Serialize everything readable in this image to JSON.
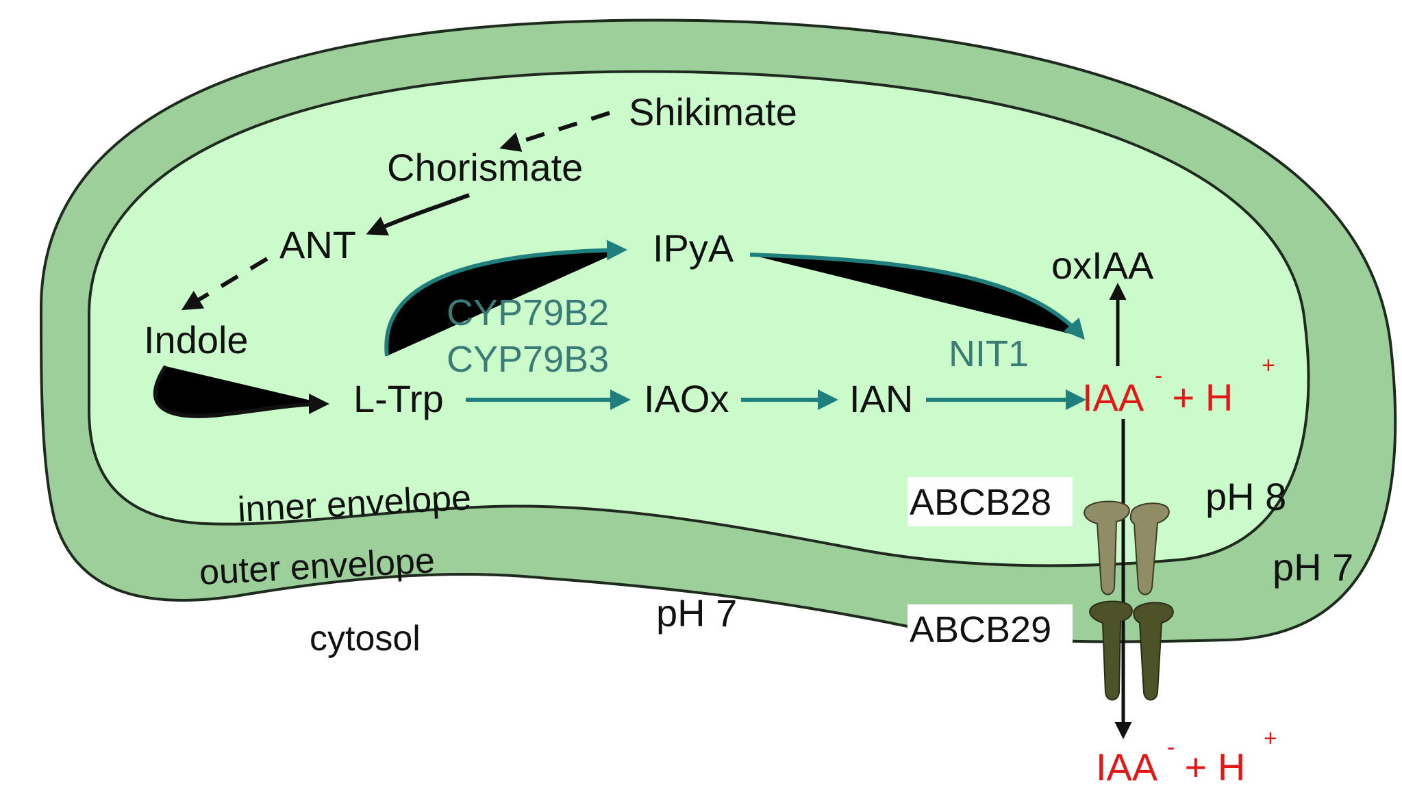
{
  "colors": {
    "outer_membrane": "#9dcf9b",
    "stroma": "#ccfbcb",
    "outline": "#1e2a1e",
    "teal_arrow": "#1f7f7d",
    "enzyme_text": "#3a7b78",
    "iaa_red": "#e01818",
    "abcb28_fill": "#8e8d66",
    "abcb29_fill": "#4e5229",
    "black": "#111111"
  },
  "metabolites": {
    "shikimate": "Shikimate",
    "chorismate": "Chorismate",
    "ant": "ANT",
    "indole": "Indole",
    "ltrp": "L-Trp",
    "ipya": "IPyA",
    "iaox": "IAOx",
    "ian": "IAN",
    "oxiaa": "oxIAA"
  },
  "enzymes": {
    "cyp79b2": "CYP79B2",
    "cyp79b3": "CYP79B3",
    "nit1": "NIT1"
  },
  "iaa_inner": {
    "base": "IAA",
    "sup1": "-",
    "plus": " + H",
    "sup2": "+"
  },
  "iaa_outer": {
    "base": "IAA",
    "sup1": "-",
    "plus": " + H",
    "sup2": "+"
  },
  "regions": {
    "inner_envelope": "inner envelope",
    "outer_envelope": "outer envelope",
    "cytosol": "cytosol",
    "ph_stroma": "pH 8",
    "ph_intermembrane": "pH 7",
    "ph_cytosol": "pH 7"
  },
  "transporters": {
    "abcb28": "ABCB28",
    "abcb29": "ABCB29"
  }
}
